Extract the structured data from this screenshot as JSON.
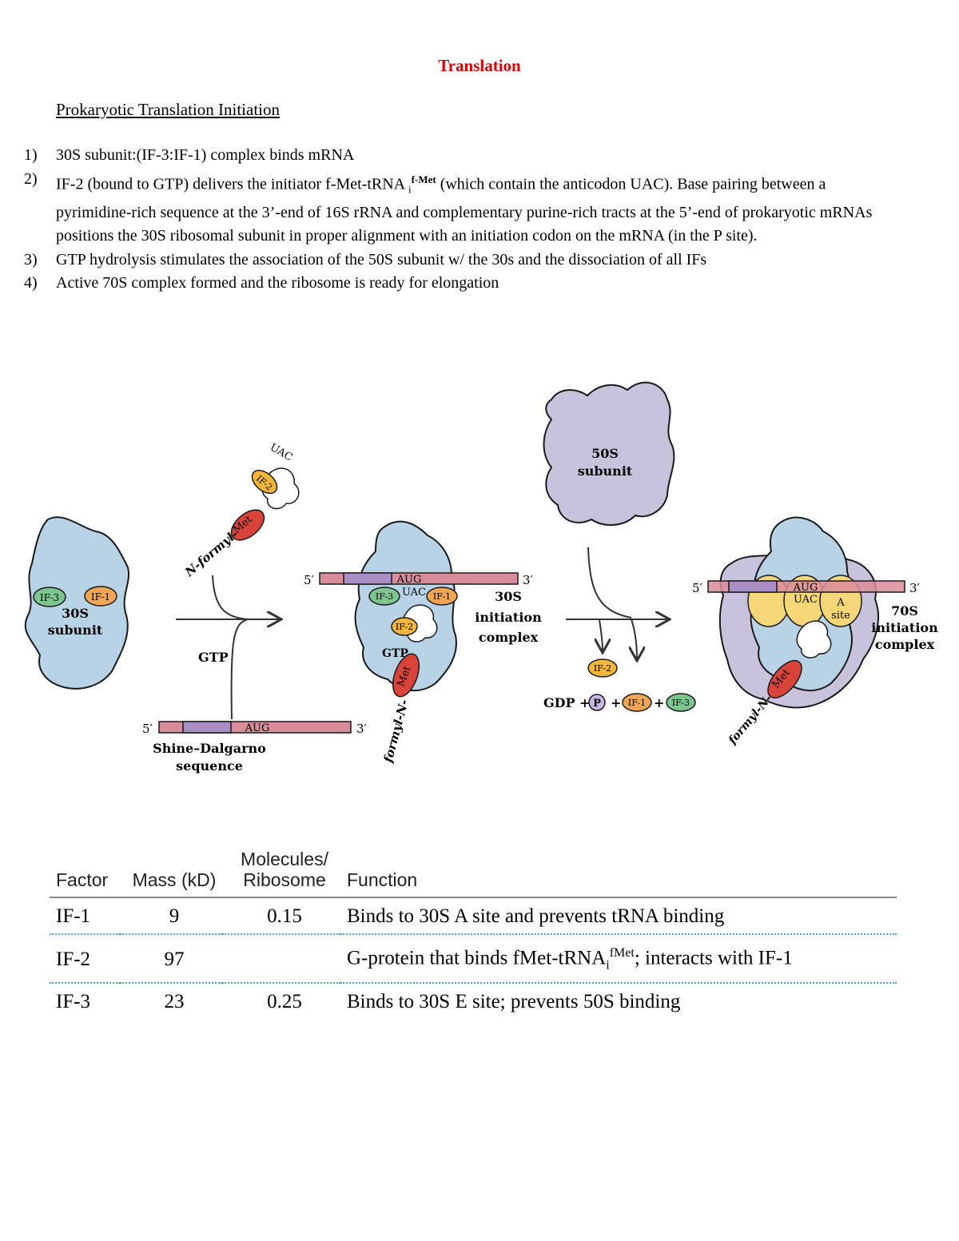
{
  "document": {
    "title": "Translation",
    "subheading": "Prokaryotic Translation Initiation"
  },
  "steps": [
    {
      "num": "1)",
      "text": "30S subunit:(IF-3:IF-1) complex binds mRNA"
    },
    {
      "num": "2)",
      "text_a": "IF-2 (bound to GTP) delivers the initiator f-Met-tRNA ",
      "sub": "i",
      "sup": "f-Met",
      "text_b": " (which contain the anticodon UAC). Base pairing between a pyrimidine-rich sequence at the 3’-end of 16S rRNA and complementary purine-rich tracts at the 5’-end of prokaryotic mRNAs positions the 30S ribosomal subunit in proper alignment with an initiation codon on the mRNA (in the P site)."
    },
    {
      "num": "3)",
      "text": "GTP hydrolysis stimulates the association of the 50S subunit w/ the 30s and the dissociation of all IFs"
    },
    {
      "num": "4)",
      "text": "Active 70S complex formed and the ribosome is ready for elongation"
    }
  ],
  "figure": {
    "if3": "IF-3",
    "if1": "IF-1",
    "if2": "IF-2",
    "met": "Met",
    "uac": "UAC",
    "aug": "AUG",
    "five_prime": "5′",
    "three_prime": "3′",
    "subunit_30s": [
      "30S",
      "subunit"
    ],
    "subunit_50s": [
      "50S",
      "subunit"
    ],
    "n_formyl": "N-formyl-",
    "formyl_n": "formyl-N-",
    "gtp": "GTP",
    "shine_dalgarno": [
      "Shine–Dalgarno",
      "sequence"
    ],
    "complex_30s": [
      "30S",
      "initiation",
      "complex"
    ],
    "complex_70s": [
      "70S",
      "initiation",
      "complex"
    ],
    "a_site": [
      "A",
      "site"
    ],
    "gdp": "GDP +",
    "p": "P",
    "plus": "+",
    "colors": {
      "ribosome30": "#b9d3e6",
      "ribosome50": "#c9c2dc",
      "mrna": "#d98c9a",
      "sd": "#a98fc6",
      "met": "#d9443a",
      "if1": "#f2a553",
      "if2": "#f2b63a",
      "if3": "#7dc58f",
      "ribo70sites": "#f5d77a"
    }
  },
  "table": {
    "headers": {
      "factor": "Factor",
      "mass": "Mass (kD)",
      "molecules_1": "Molecules/",
      "molecules_2": "Ribosome",
      "function": "Function"
    },
    "rows": [
      {
        "factor": "IF-1",
        "mass": "9",
        "molecules": "0.15",
        "function": "Binds to 30S A site and prevents tRNA binding"
      },
      {
        "factor": "IF-2",
        "mass": "97",
        "molecules": "",
        "function_a": "G-protein that binds fMet-tRNA",
        "function_sub": "i",
        "function_sup": "fMet",
        "function_b": "; interacts with IF-1"
      },
      {
        "factor": "IF-3",
        "mass": "23",
        "molecules": "0.25",
        "function": "Binds to 30S E site; prevents 50S binding"
      }
    ]
  }
}
